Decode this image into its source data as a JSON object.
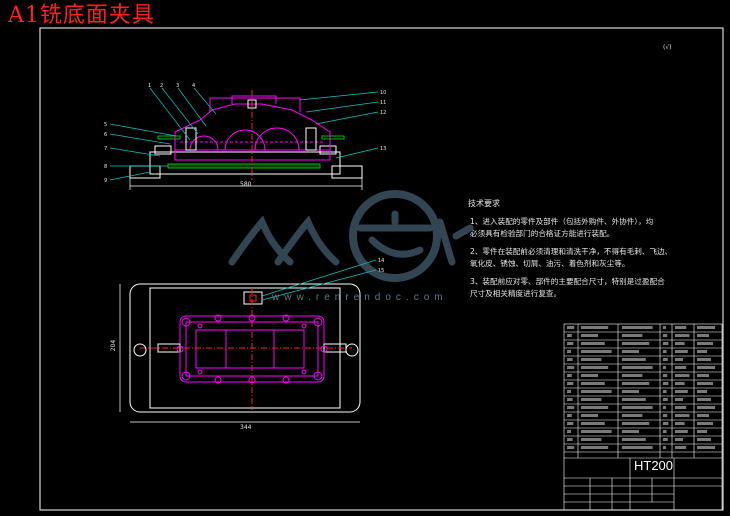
{
  "drawing_title": "A1铣底面夹具",
  "scale_note": "(√)",
  "tech_requirements": {
    "heading": "技术要求",
    "items": [
      "1、进入装配的零件及部件（包括外购件、外协件），均",
      "必须具有检验部门的合格证方能进行装配。",
      "2、零件在装配前必须清理和清洗干净，不得有毛刺、飞边、",
      "氧化皮、锈蚀、切屑、油污、着色剂和灰尘等。",
      "3、装配前应对零、部件的主要配合尺寸，特别是过盈配合",
      "尺寸及相关精度进行复查。"
    ]
  },
  "dimensions": {
    "front_width": "580",
    "plan_width": "344",
    "plan_height": "204"
  },
  "title_block": {
    "material": "HT200"
  },
  "watermark": {
    "text": "www.renrendoc.com"
  },
  "colors": {
    "background": "#000000",
    "outline": "#ffffff",
    "part_lines": "#ff00ff",
    "green_strip": "#00c000",
    "leader_lines": "#00c8c8",
    "title": "#ff2020"
  }
}
